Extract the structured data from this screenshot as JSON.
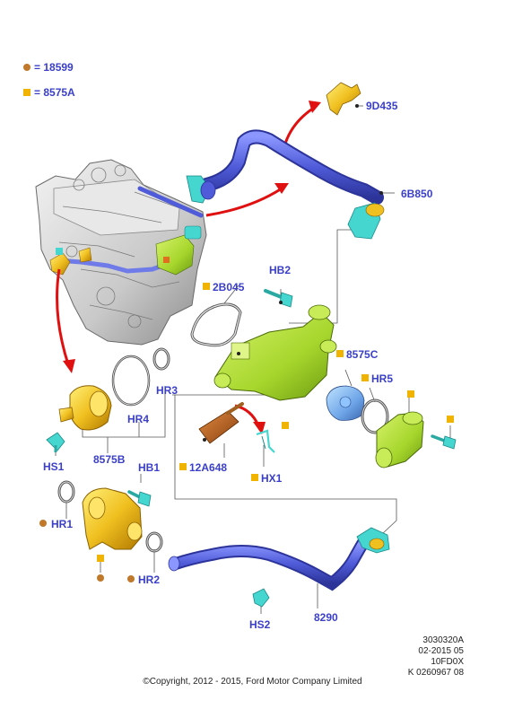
{
  "legend": {
    "dot_code": "= 18599",
    "square_code": "= 8575A",
    "dot_color": "#c0782a",
    "square_color": "#f0b400"
  },
  "labels": {
    "p9D435": "9D435",
    "p6B850": "6B850",
    "p2B045": "2B045",
    "hb2": "HB2",
    "p8575C": "8575C",
    "hr5": "HR5",
    "hr3": "HR3",
    "hr4": "HR4",
    "p8575B": "8575B",
    "hs1": "HS1",
    "p12A648": "12A648",
    "hx1": "HX1",
    "hb1": "HB1",
    "hr1": "HR1",
    "hr2": "HR2",
    "hs2": "HS2",
    "p8290": "8290"
  },
  "info": {
    "line1": "3030320A",
    "line2": "02-2015 05",
    "line3": "10FD0X",
    "line4": "K 0260967 08"
  },
  "copyright": "©Copyright, 2012 - 2015, Ford Motor Company Limited",
  "colors": {
    "label_blue": "#3a3fc9",
    "hose_blue": "#4f5bd8",
    "housing_green": "#a6d62c",
    "thermo_yellow": "#f0c020",
    "connector_cyan": "#45d6d0",
    "arrow_red": "#e01010"
  }
}
